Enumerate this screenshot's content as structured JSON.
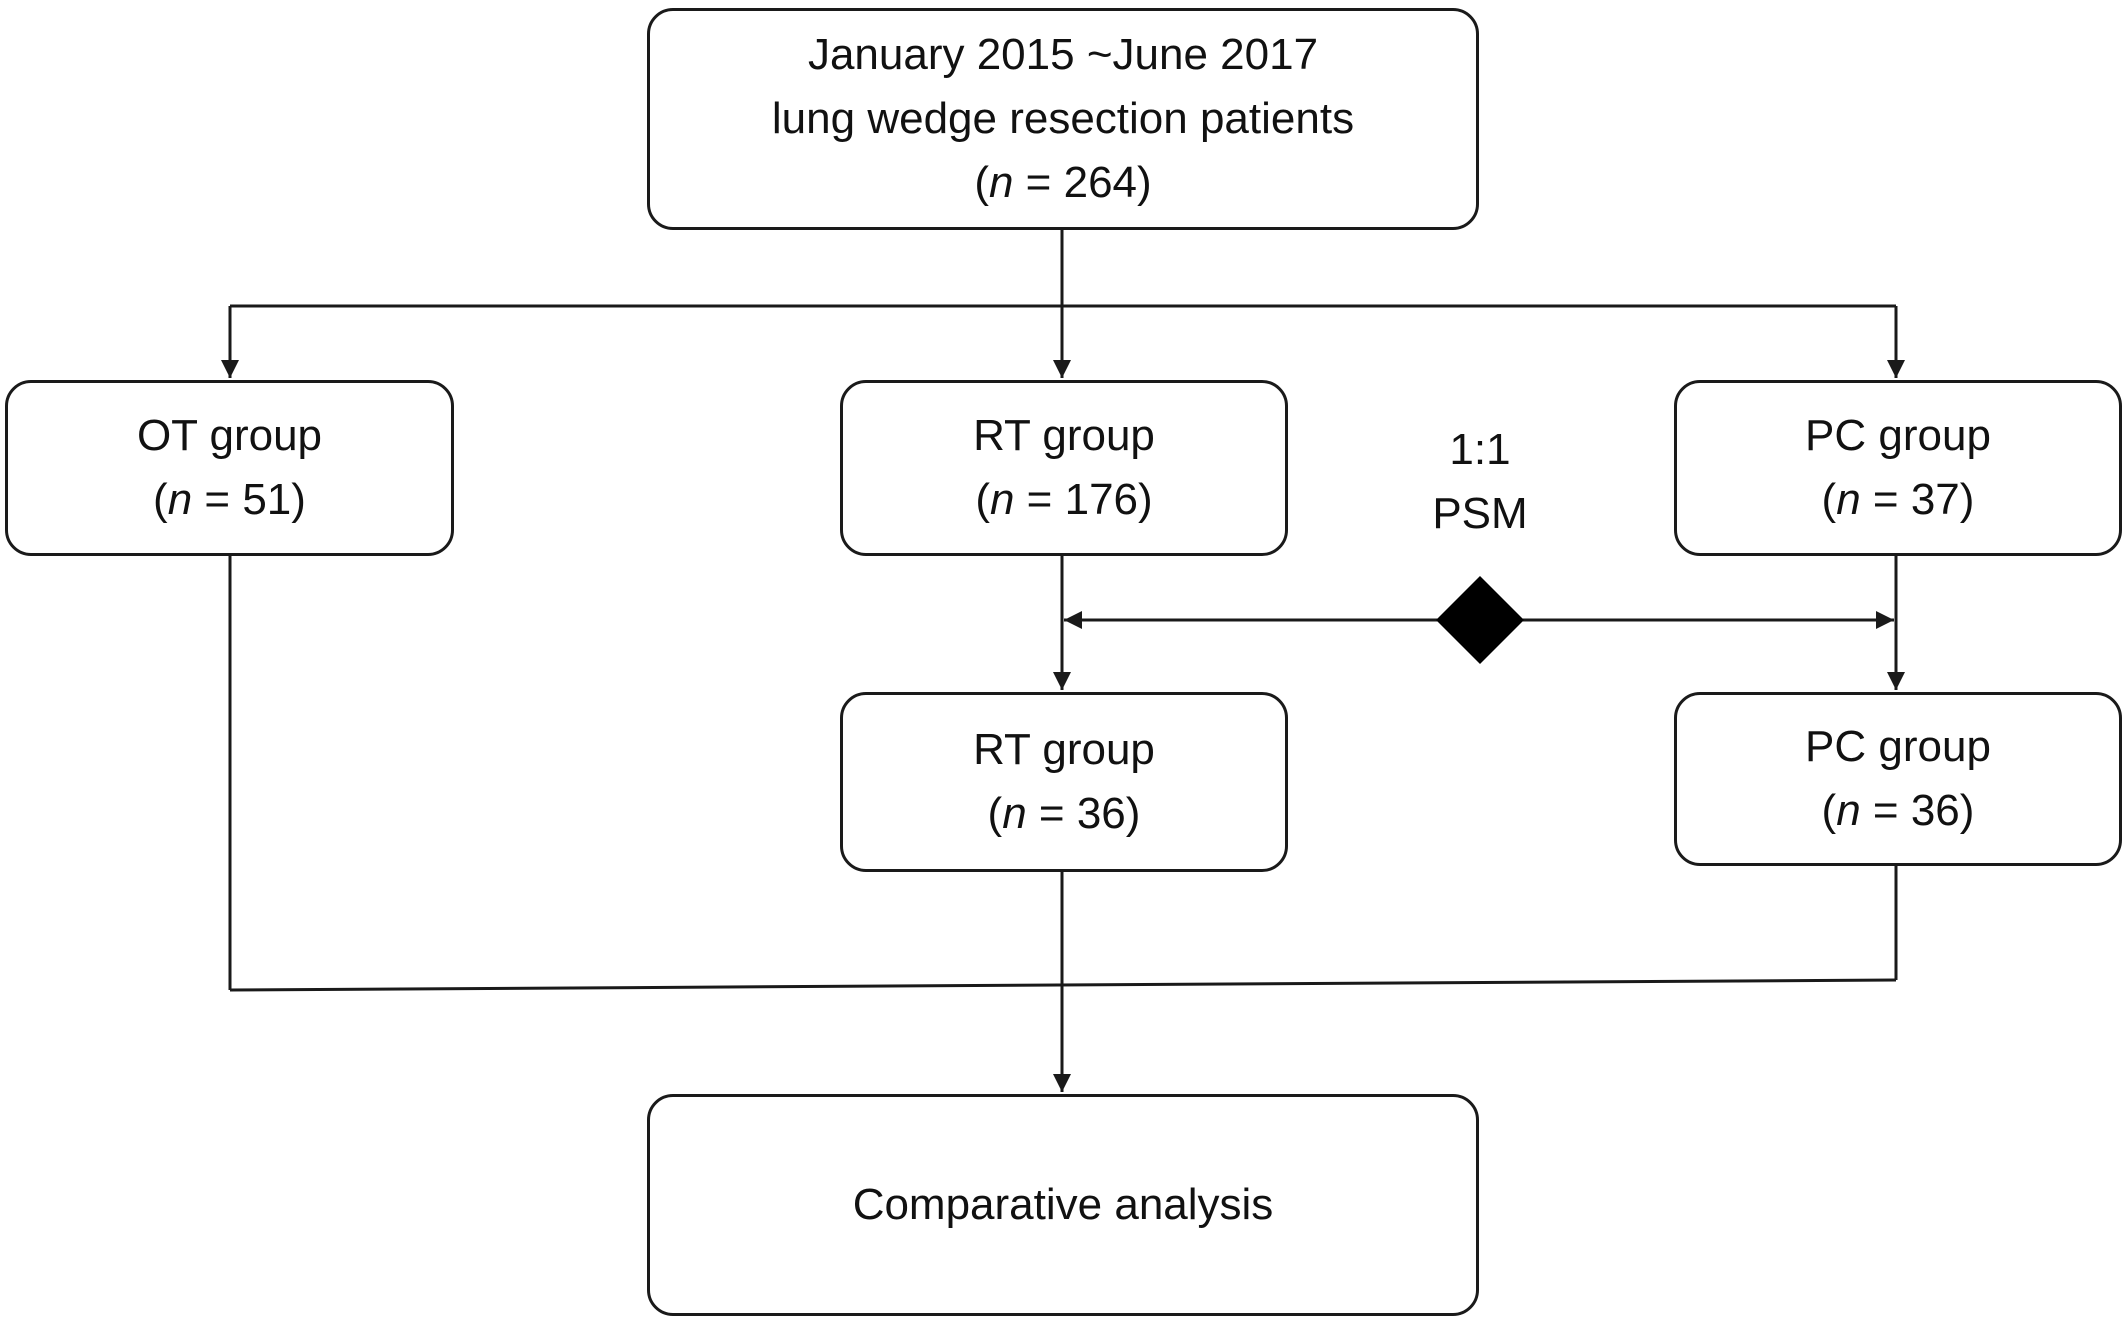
{
  "colors": {
    "stroke": "#1a1a1a",
    "fill": "#ffffff",
    "diamond": "#000000"
  },
  "nodes": {
    "root": {
      "line1": "January 2015 ~June 2017",
      "line2": "lung wedge resection patients",
      "n_prefix": "(",
      "n_var": "n",
      "n_rest": " = 264)"
    },
    "ot": {
      "title": "OT group",
      "n_prefix": "(",
      "n_var": "n",
      "n_rest": " = 51)"
    },
    "rt": {
      "title": "RT group",
      "n_prefix": "(",
      "n_var": "n",
      "n_rest": " = 176)"
    },
    "pc": {
      "title": "PC group",
      "n_prefix": "(",
      "n_var": "n",
      "n_rest": " = 37)"
    },
    "rt_matched": {
      "title": "RT group",
      "n_prefix": "(",
      "n_var": "n",
      "n_rest": " = 36)"
    },
    "pc_matched": {
      "title": "PC group",
      "n_prefix": "(",
      "n_var": "n",
      "n_rest": " = 36)"
    },
    "analysis": {
      "title": "Comparative analysis"
    }
  },
  "psm": {
    "ratio": "1:1",
    "method": "PSM"
  }
}
